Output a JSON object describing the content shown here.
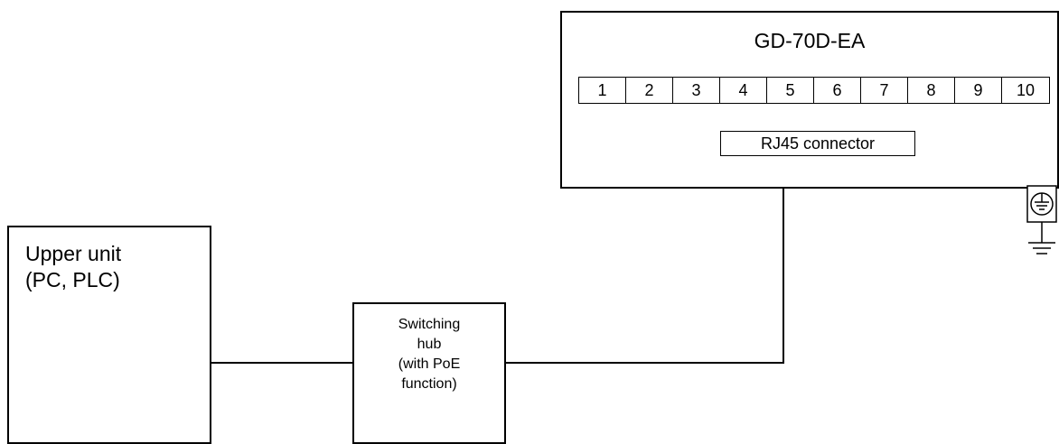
{
  "device": {
    "title": "GD-70D-EA",
    "terminals": [
      "1",
      "2",
      "3",
      "4",
      "5",
      "6",
      "7",
      "8",
      "9",
      "10"
    ],
    "connector_label": "RJ45 connector"
  },
  "upper_unit": {
    "line1": "Upper unit",
    "line2": "(PC, PLC)"
  },
  "hub": {
    "line1": "Switching",
    "line2": "hub",
    "line3": "(with PoE",
    "line4": "function)"
  },
  "icons": {
    "ground": "ground-icon"
  }
}
